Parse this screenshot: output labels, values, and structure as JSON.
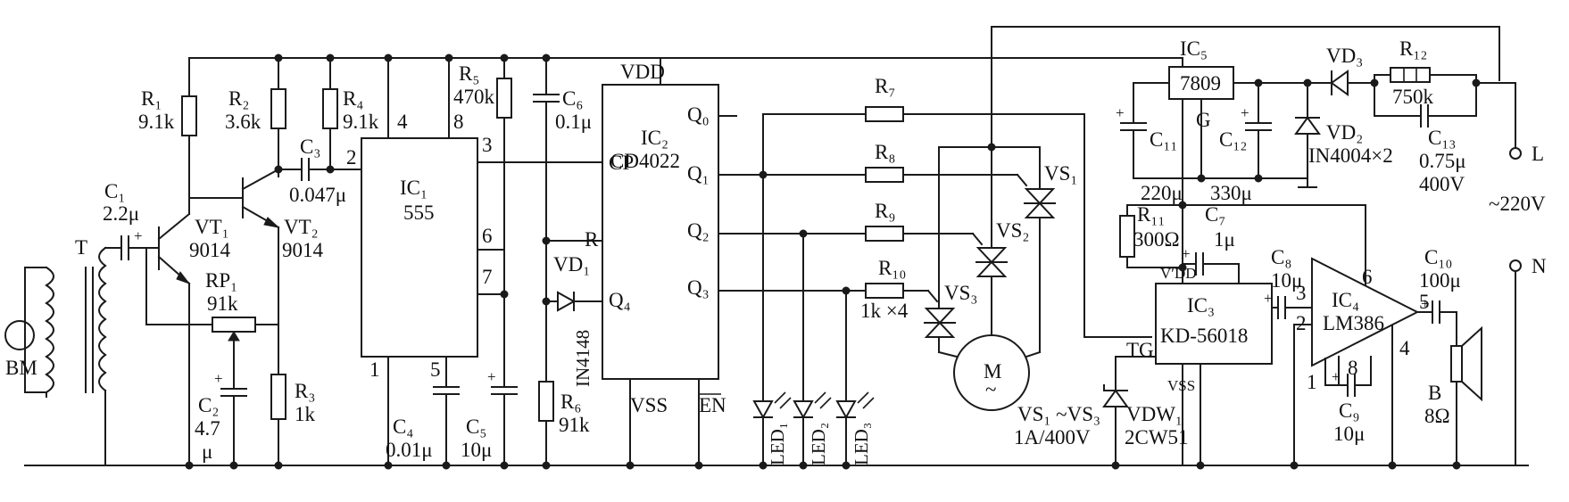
{
  "components": {
    "BM": "BM",
    "T": "T",
    "C1": {
      "name": "C₁",
      "value": "2.2μ"
    },
    "R1": {
      "name": "R₁",
      "value": "9.1k"
    },
    "R2": {
      "name": "R₂",
      "value": "3.6k"
    },
    "R3": {
      "name": "R₃",
      "value": "1k"
    },
    "R4": {
      "name": "R₄",
      "value": "9.1k"
    },
    "C3": {
      "name": "C₃",
      "value": "0.047μ"
    },
    "VT1": {
      "name": "VT₁",
      "value": "9014"
    },
    "VT2": {
      "name": "VT₂",
      "value": "9014"
    },
    "RP1": {
      "name": "RP₁",
      "value": "91k"
    },
    "C2": {
      "name": "C₂",
      "value": "4.7",
      "unit": "μ"
    },
    "IC1": {
      "name": "IC₁",
      "value": "555"
    },
    "C4": {
      "name": "C₄",
      "value": "0.01μ"
    },
    "C5": {
      "name": "C₅",
      "value": "10μ"
    },
    "R5": {
      "name": "R₅",
      "value": "470k"
    },
    "C6": {
      "name": "C₆",
      "value": "0.1μ"
    },
    "VD1": {
      "name": "VD₁",
      "value": "IN4148"
    },
    "R6": {
      "name": "R₆",
      "value": "91k"
    },
    "IC2": {
      "name": "IC₂",
      "value": "CD4022"
    },
    "R7": "R₇",
    "R8": "R₈",
    "R9": "R₉",
    "R10": {
      "name": "R₁₀",
      "value": "1k ×4"
    },
    "LED1": "LED₁",
    "LED2": "LED₂",
    "LED3": "LED₃",
    "VS1": "VS₁",
    "VS2": "VS₂",
    "VS3": "VS₃",
    "VS_rating": {
      "range": "VS₁ ~VS₃",
      "value": "1A/400V"
    },
    "M": {
      "name": "M",
      "symbol": "~"
    },
    "IC5": {
      "name": "IC₅",
      "value": "7809",
      "pin_g": "G"
    },
    "C11": {
      "name": "C₁₁",
      "value": "220μ"
    },
    "C12": {
      "name": "C₁₂",
      "value": "330μ"
    },
    "VD3": "VD₃",
    "VD2": {
      "name": "VD₂",
      "value": "IN4004×2"
    },
    "R12": {
      "name": "R₁₂",
      "value": "750k"
    },
    "C13": {
      "name": "C₁₃",
      "value": "0.75μ",
      "rating": "400V"
    },
    "R11": {
      "name": "R₁₁",
      "value": "300Ω"
    },
    "C7": {
      "name": "C₇",
      "value": "1μ"
    },
    "C8": {
      "name": "C₈",
      "value": "10μ"
    },
    "IC3": {
      "name": "IC₃",
      "value": "KD-56018",
      "pin_vdd": "V′DD",
      "pin_vss": "VSS",
      "pin_tg": "TG"
    },
    "VDW1": {
      "name": "VDW₁",
      "value": "2CW51"
    },
    "IC4": {
      "name": "IC₄",
      "value": "LM386"
    },
    "C9": {
      "name": "C₉",
      "value": "10μ"
    },
    "C10": {
      "name": "C₁₀",
      "value": "100μ"
    },
    "B": {
      "name": "B",
      "value": "8Ω"
    }
  },
  "ic1_pins": {
    "p1": "1",
    "p2": "2",
    "p3": "3",
    "p4": "4",
    "p5": "5",
    "p6": "6",
    "p7": "7",
    "p8": "8"
  },
  "ic2_pins": {
    "vdd": "VDD",
    "vss": "VSS",
    "cp": "CP",
    "r": "R",
    "en": "EN",
    "q0": "Q₀",
    "q1": "Q₁",
    "q2": "Q₂",
    "q3": "Q₃",
    "q4": "Q₄"
  },
  "ic4_pins": {
    "p1": "1",
    "p2": "2",
    "p3": "3",
    "p4": "4",
    "p5": "5",
    "p6": "6",
    "p8": "8"
  },
  "mains": {
    "L": "L",
    "N": "N",
    "voltage": "~220V"
  },
  "polarity": {
    "plus": "+"
  }
}
